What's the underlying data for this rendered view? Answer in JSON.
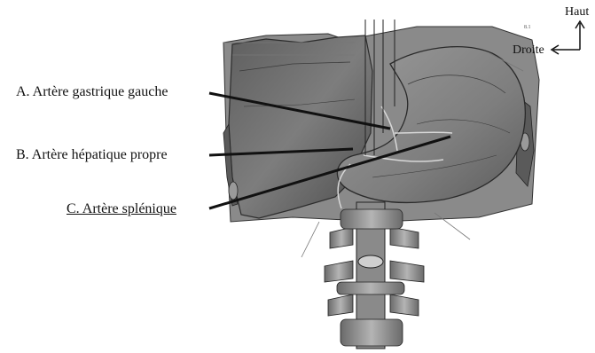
{
  "labels": {
    "a": "A. Artère gastrique gauche",
    "b": "B. Artère hépatique propre",
    "c": "C. Artère splénique"
  },
  "orientation": {
    "up": "Haut",
    "right": "Droite"
  },
  "tiny_mark": "8.1",
  "colors": {
    "tissue_dark": "#4a4a4a",
    "tissue_mid": "#7a7a7a",
    "tissue_light": "#a9a9a9",
    "bone": "#8c8c8c",
    "line": "#111111"
  }
}
